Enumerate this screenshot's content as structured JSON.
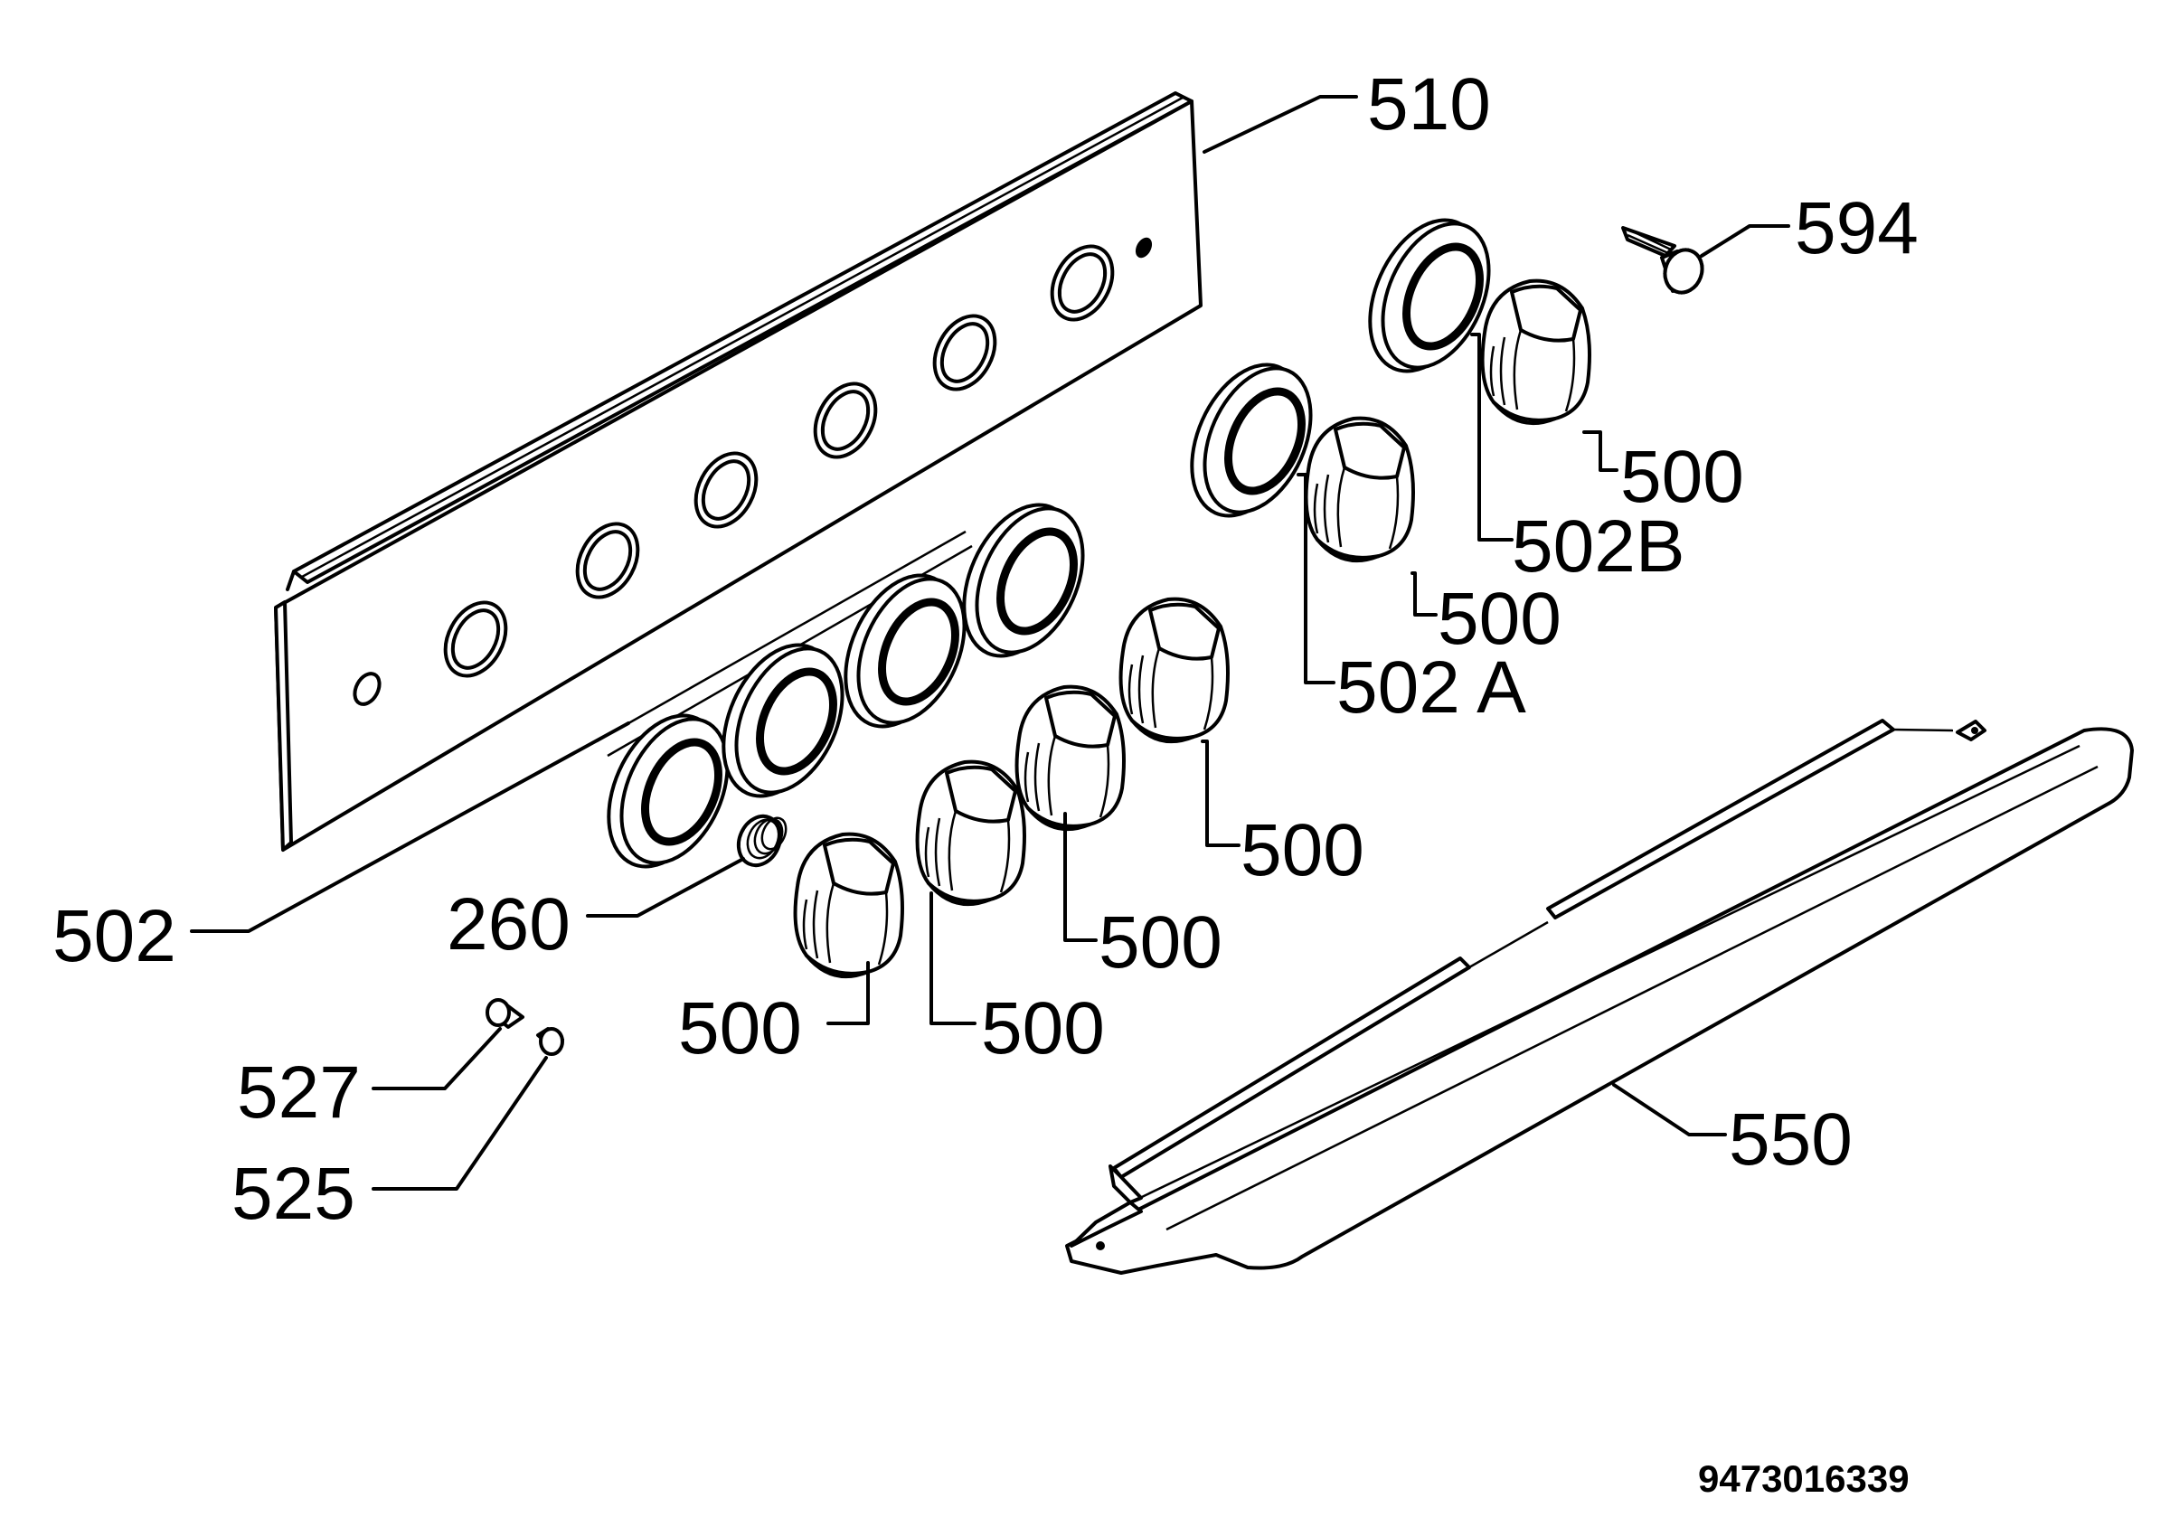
{
  "diagram": {
    "document_number": "9473016339",
    "parts": [
      {
        "id": "510",
        "label": "510"
      },
      {
        "id": "594",
        "label": "594"
      },
      {
        "id": "500-a",
        "label": "500"
      },
      {
        "id": "502b",
        "label": "502B"
      },
      {
        "id": "500-b",
        "label": "500"
      },
      {
        "id": "502a",
        "label": "502 A"
      },
      {
        "id": "500-c",
        "label": "500"
      },
      {
        "id": "500-d",
        "label": "500"
      },
      {
        "id": "502",
        "label": "502"
      },
      {
        "id": "260",
        "label": "260"
      },
      {
        "id": "500-e",
        "label": "500"
      },
      {
        "id": "500-f",
        "label": "500"
      },
      {
        "id": "527",
        "label": "527"
      },
      {
        "id": "525",
        "label": "525"
      },
      {
        "id": "550",
        "label": "550"
      }
    ]
  }
}
